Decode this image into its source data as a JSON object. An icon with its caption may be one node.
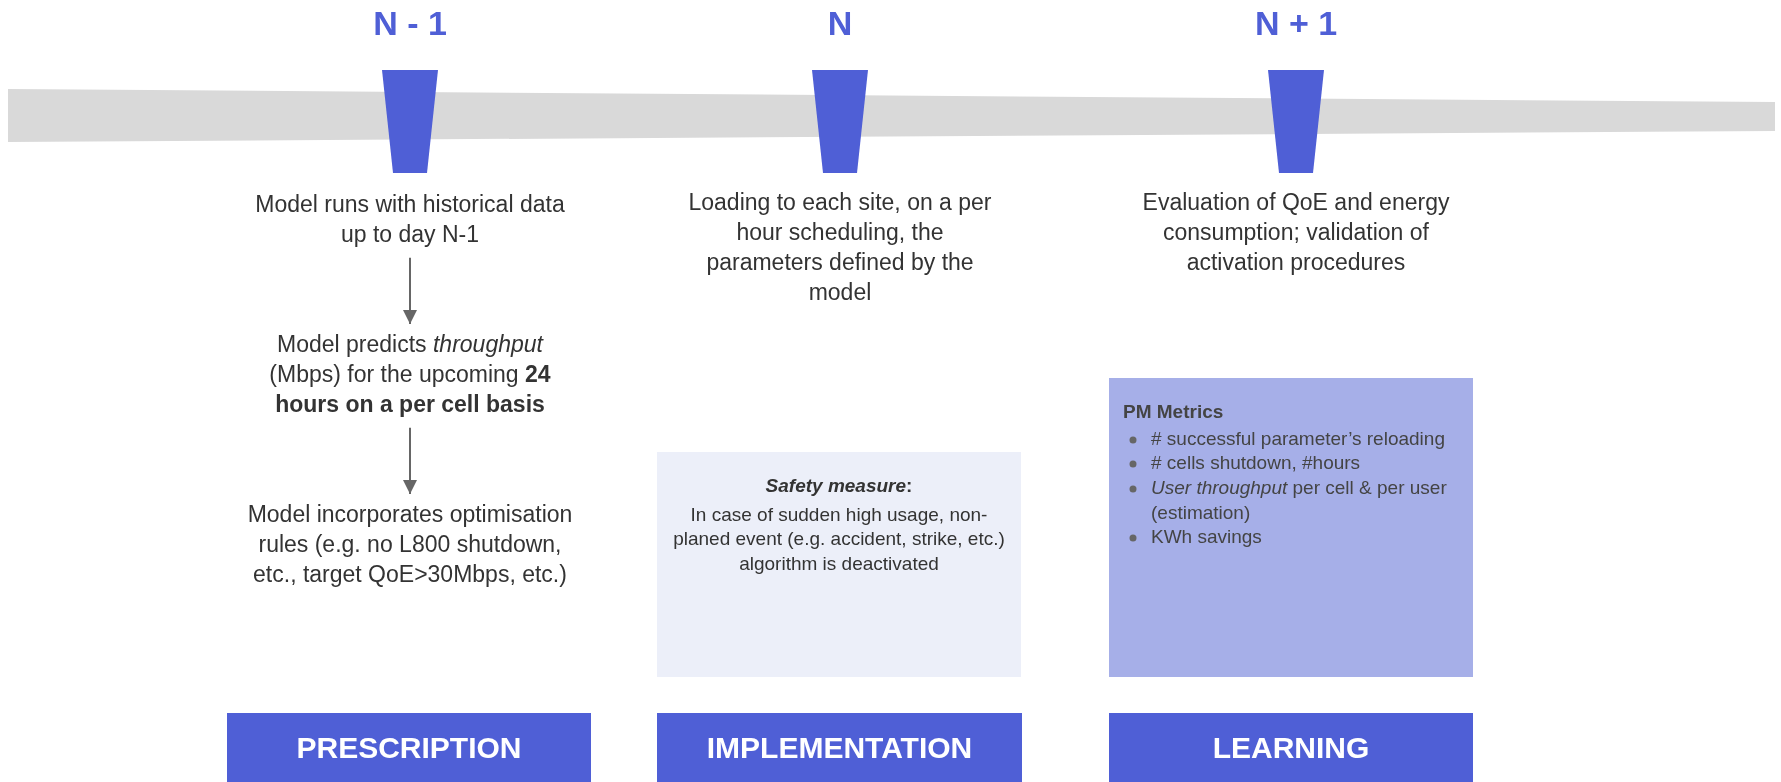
{
  "diagram": {
    "nodes": [
      {
        "text": [
          "Model runs with historical data up to day N-1"
        ]
      },
      {
        "text": [
          "Model predicts *throughput* (Mbps) for the upcoming **24 hours on a per cell basis**"
        ]
      },
      {
        "text": [
          "Model incorporates optimisation rules (e.g. no L800 shutdown, etc., target QoE>30Mbps, etc.)"
        ]
      },
      {
        "text": [
          "*Safety measure*:",
          "In case of sudden high usage, non-planed event (e.g. accident, strike, etc.) algorithm is deactivated"
        ]
      },
      {
        "text": [
          "PM Metrics",
          "# successful parameter’s reloading",
          "# cells shutdown, #hours",
          "*User throughput* per cell & per user (estimation)",
          "KWh savings"
        ]
      },
      {
        "text": [
          "PRESCRIPTION"
        ]
      },
      {
        "text": [
          "IMPLEMENTATION"
        ]
      },
      {
        "text": [
          "LEARNING"
        ]
      }
    ],
    "edges": [
      {
        "from": 0,
        "to": 1,
        "arrow": "to"
      },
      {
        "from": 1,
        "to": 2,
        "arrow": "to"
      }
    ],
    "labels": [
      "N - 1",
      "N",
      "N + 1",
      "Loading to each site, on a per hour scheduling, the parameters defined by the model",
      "Evaluation of QoE and energy consumption; validation of activation procedures"
    ]
  }
}
